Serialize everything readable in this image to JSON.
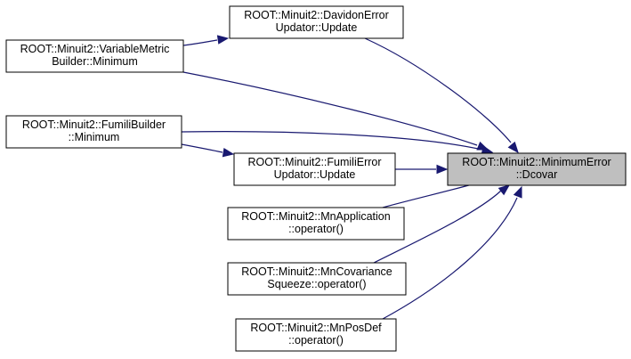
{
  "graph": {
    "focus_node": {
      "id": "dcovar",
      "lines": [
        "ROOT::Minuit2::MinimumError",
        "::Dcovar"
      ]
    },
    "caller_nodes": [
      {
        "id": "davidon",
        "lines": [
          "ROOT::Minuit2::DavidonError",
          "Updator::Update"
        ]
      },
      {
        "id": "variablemetric",
        "lines": [
          "ROOT::Minuit2::VariableMetric",
          "Builder::Minimum"
        ]
      },
      {
        "id": "fumilibuilder",
        "lines": [
          "ROOT::Minuit2::FumiliBuilder",
          "::Minimum"
        ]
      },
      {
        "id": "fumilierror",
        "lines": [
          "ROOT::Minuit2::FumiliError",
          "Updator::Update"
        ]
      },
      {
        "id": "mnapplication",
        "lines": [
          "ROOT::Minuit2::MnApplication",
          "::operator()"
        ]
      },
      {
        "id": "mncovariance",
        "lines": [
          "ROOT::Minuit2::MnCovariance",
          "Squeeze::operator()"
        ]
      },
      {
        "id": "mnposdef",
        "lines": [
          "ROOT::Minuit2::MnPosDef",
          "::operator()"
        ]
      }
    ],
    "edges": [
      {
        "from": "davidon",
        "to": "dcovar"
      },
      {
        "from": "variablemetric",
        "to": "dcovar"
      },
      {
        "from": "variablemetric",
        "to": "davidon"
      },
      {
        "from": "fumilibuilder",
        "to": "dcovar"
      },
      {
        "from": "fumilibuilder",
        "to": "fumilierror"
      },
      {
        "from": "fumilierror",
        "to": "dcovar"
      },
      {
        "from": "mnapplication",
        "to": "dcovar"
      },
      {
        "from": "mncovariance",
        "to": "dcovar"
      },
      {
        "from": "mnposdef",
        "to": "dcovar"
      }
    ],
    "colors": {
      "edge": "#191970",
      "focus_fill": "#bfbfbf",
      "node_fill": "#ffffff",
      "node_border": "#000000"
    }
  }
}
